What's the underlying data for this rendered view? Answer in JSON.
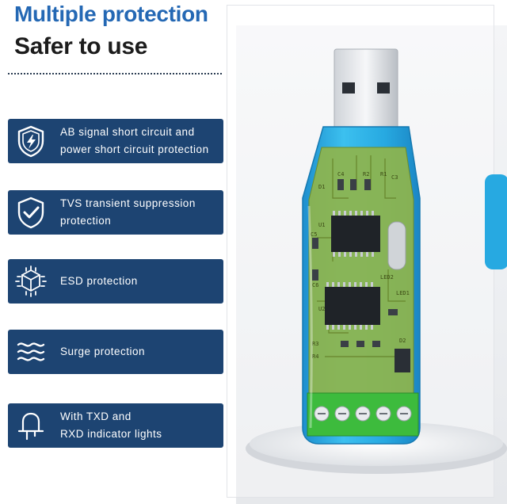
{
  "header": {
    "title": "Multiple protection",
    "subtitle": "Safer to use"
  },
  "features": [
    {
      "icon": "shield-lightning-icon",
      "lines": [
        "AB signal short circuit and",
        "power short circuit protection"
      ]
    },
    {
      "icon": "shield-check-icon",
      "lines": [
        "TVS transient suppression",
        "protection"
      ]
    },
    {
      "icon": "chip-cube-icon",
      "lines": [
        "ESD protection"
      ]
    },
    {
      "icon": "waves-icon",
      "lines": [
        "Surge protection"
      ]
    },
    {
      "icon": "indicator-light-icon",
      "lines": [
        "With TXD and",
        "RXD indicator lights"
      ]
    }
  ],
  "product": {
    "pcb_labels": [
      "D1",
      "C4",
      "R2",
      "R1",
      "U1",
      "C5",
      "C3",
      "C6",
      "U2",
      "LED1",
      "LED2",
      "R3",
      "R4",
      "D2"
    ]
  },
  "colors": {
    "title_blue": "#2468b4",
    "card_navy": "#1d4472",
    "case_blue": "#27a9e1",
    "terminal_green": "#3dbb3d"
  }
}
